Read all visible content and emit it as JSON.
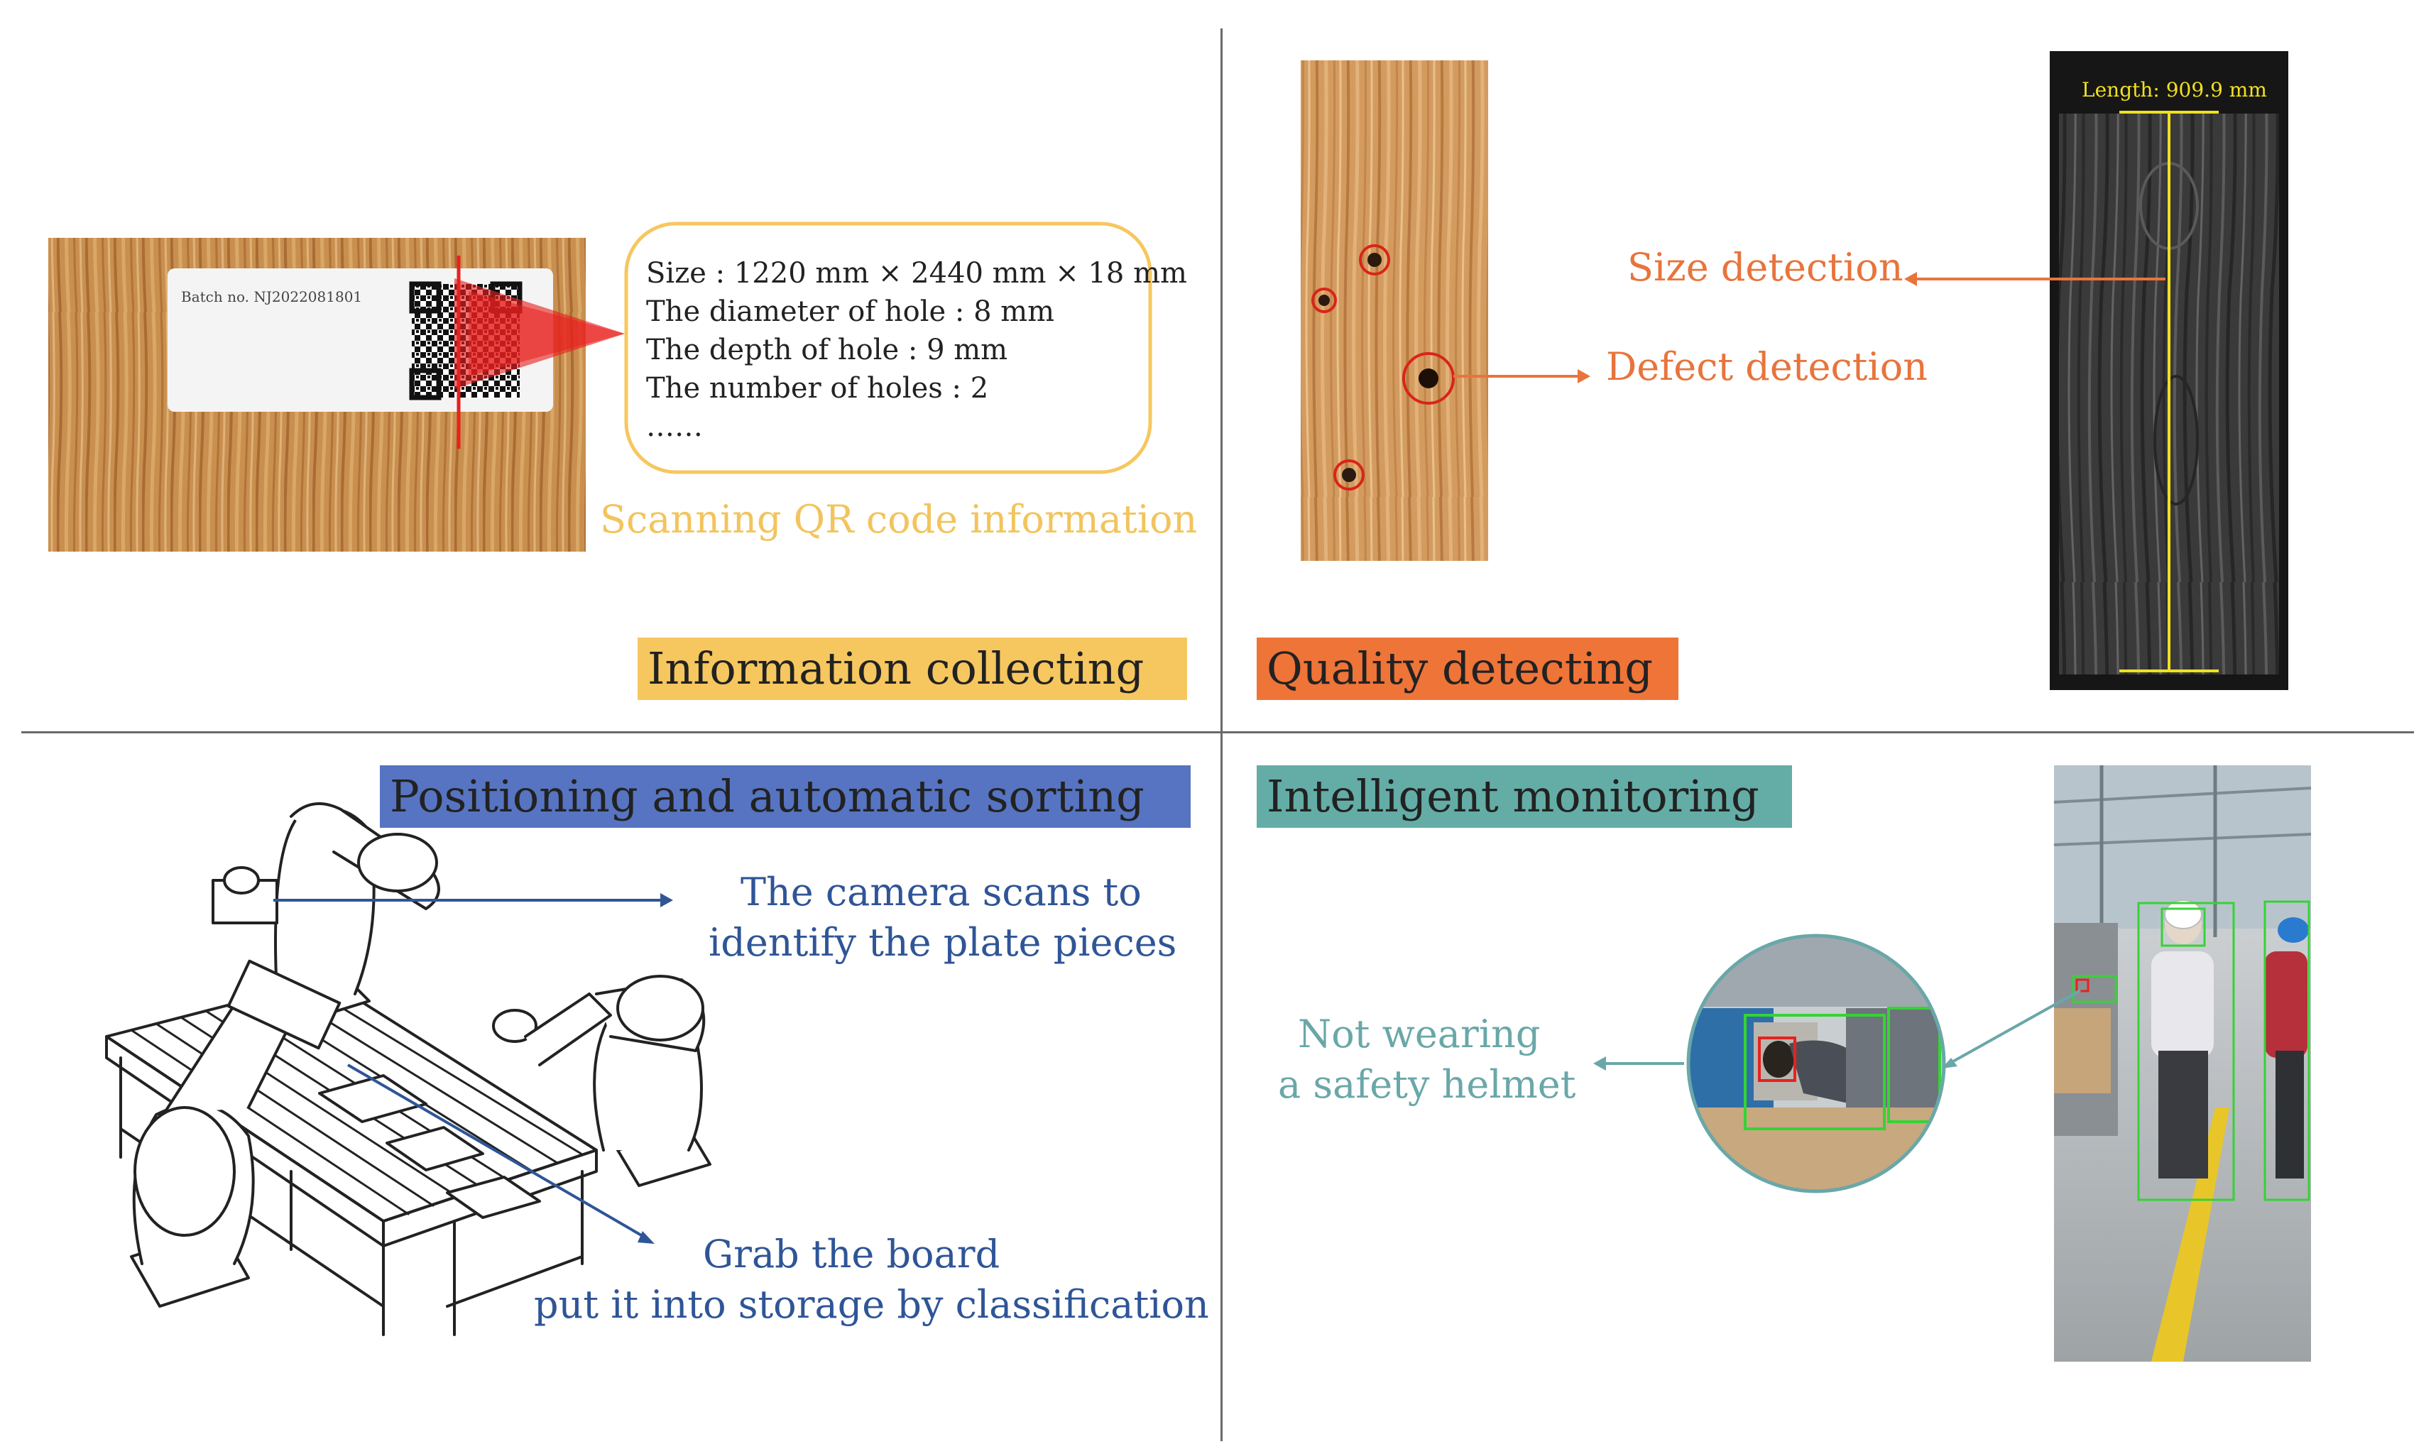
{
  "colors": {
    "info_band": "#f6c75f",
    "quality_band": "#ef7438",
    "positioning_band": "#5674c1",
    "monitoring_band": "#64ada6",
    "qr_caption": "#f2c45c",
    "detection_text": "#e8743c",
    "sorting_text": "#2f5597",
    "monitor_text": "#6aa7a8",
    "laser_red": "#e8211f",
    "measure_yellow": "#f0e020",
    "detect_green": "#35d335"
  },
  "panel_info": {
    "title": "Information collecting",
    "label_text": "Batch no. NJ2022081801",
    "info_lines": [
      "Size : 1220 mm × 2440 mm × 18 mm",
      "The diameter  of hole : 8 mm",
      "The depth of hole  : 9 mm",
      "The number of holes : 2",
      "……"
    ],
    "caption": "Scanning QR code information"
  },
  "panel_quality": {
    "title": "Quality detecting",
    "size_label": "Size detection",
    "defect_label": "Defect detection",
    "length_readout": "Length: 909.9 mm"
  },
  "panel_sorting": {
    "title": "Positioning and automatic sorting",
    "camera_caption_line1": "The camera scans to",
    "camera_caption_line2": "identify the plate pieces",
    "grab_caption_line1": "Grab the board",
    "grab_caption_line2": "put it into storage by classification"
  },
  "panel_monitor": {
    "title": "Intelligent monitoring",
    "helmet_caption_line1": "Not wearing",
    "helmet_caption_line2": "a safety helmet"
  }
}
